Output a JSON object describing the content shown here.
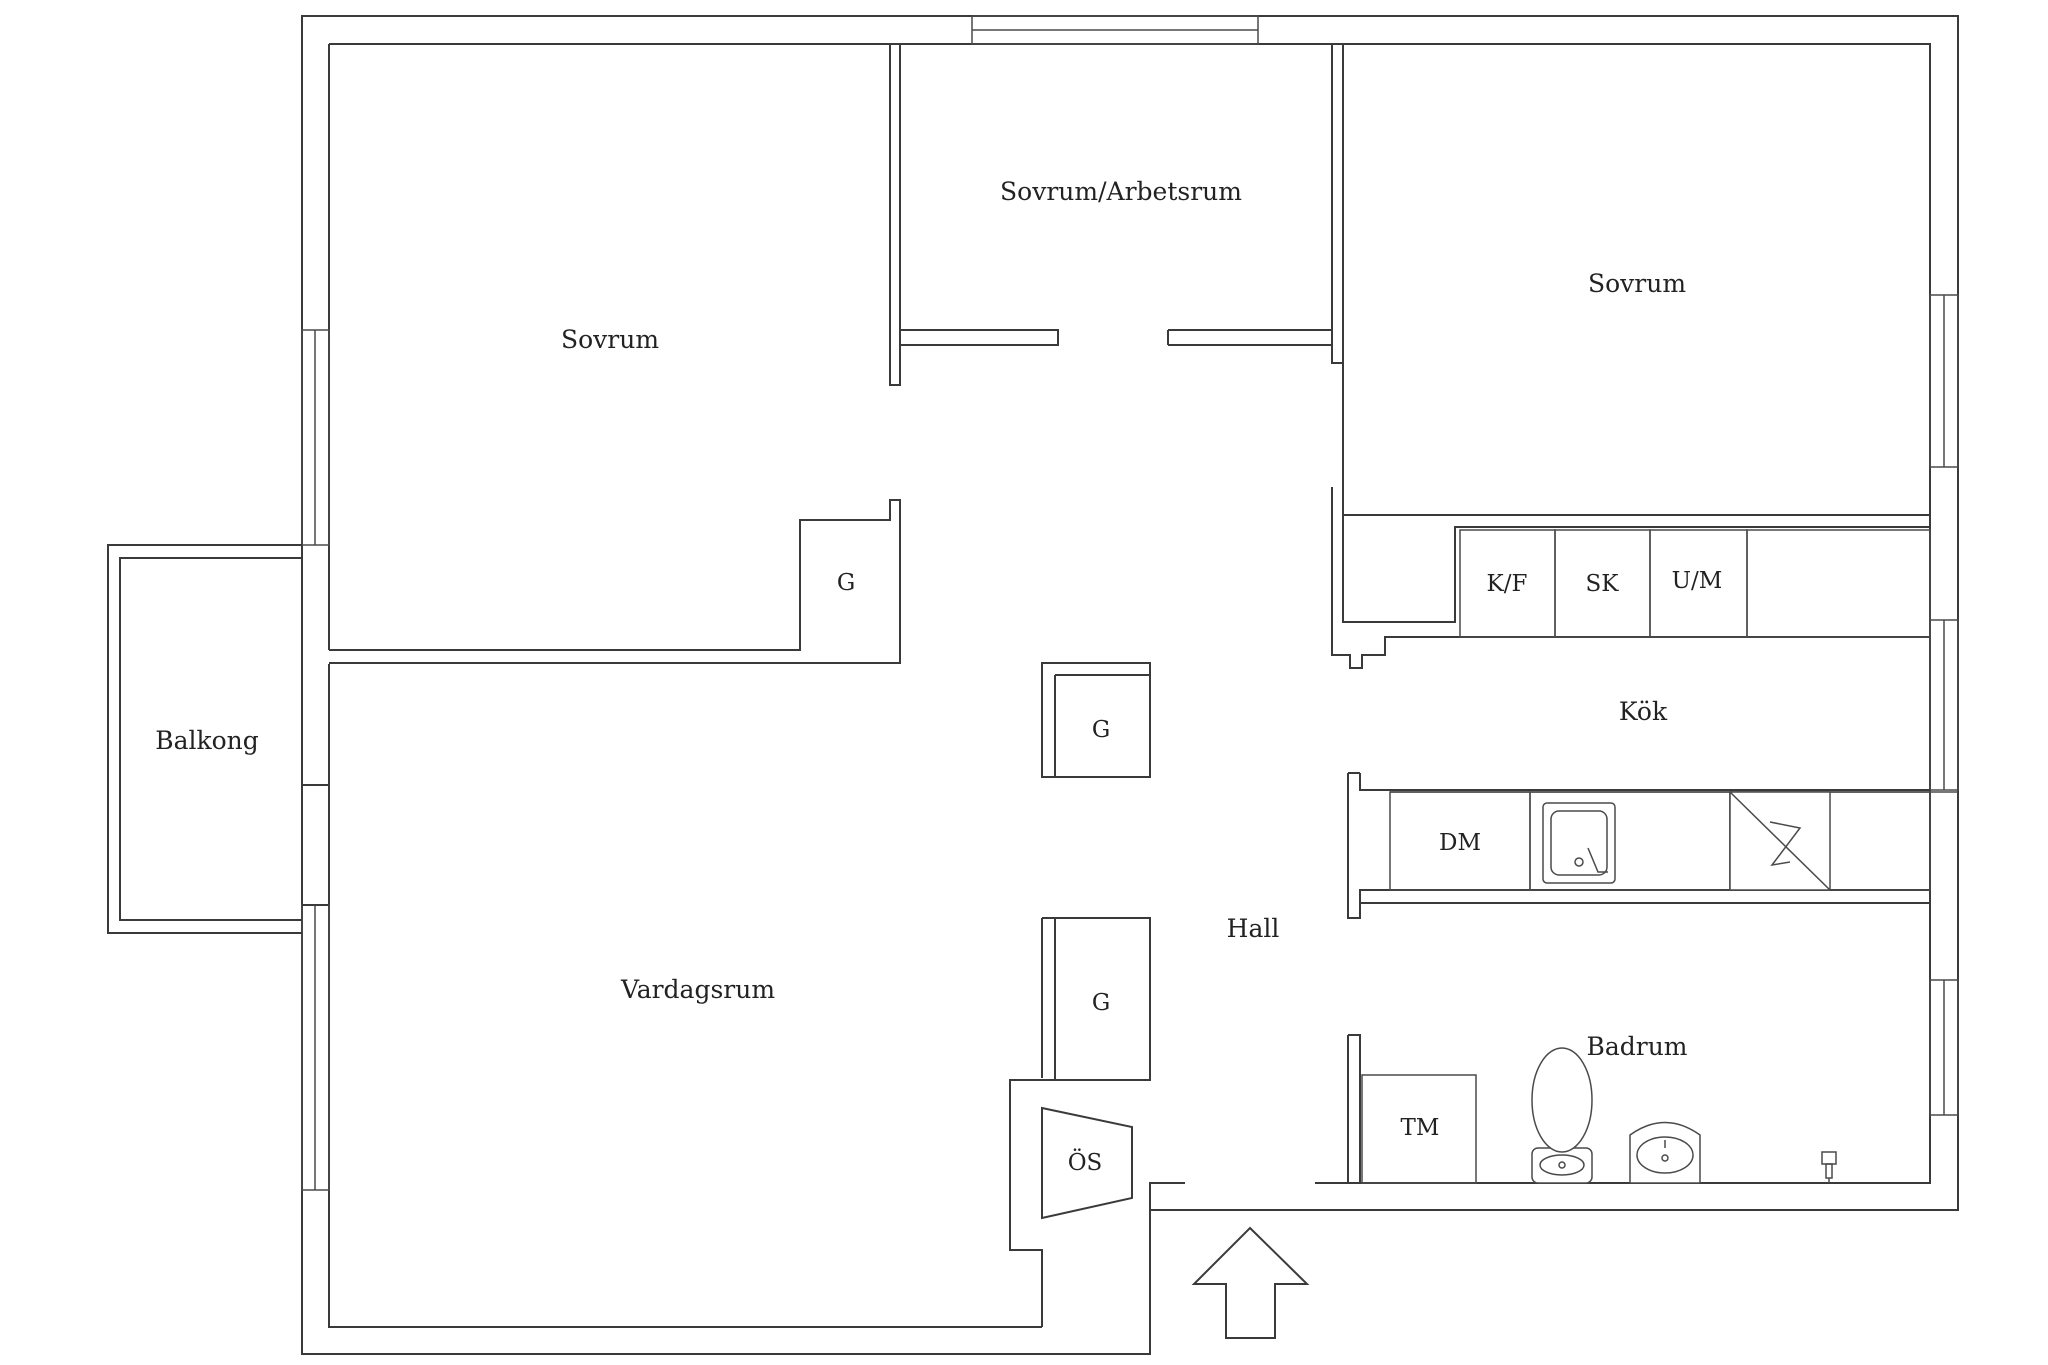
{
  "rooms": {
    "bedroom_left": "Sovrum",
    "bedroom_office": "Sovrum/Arbetsrum",
    "bedroom_right": "Sovrum",
    "balcony": "Balkong",
    "living_room": "Vardagsrum",
    "hall": "Hall",
    "kitchen": "Kök",
    "bathroom": "Badrum"
  },
  "fixtures": {
    "wardrobe_bedroom": "G",
    "wardrobe_hall_upper": "G",
    "wardrobe_hall_lower": "G",
    "fireplace": "ÖS",
    "fridge_freezer": "K/F",
    "cabinet_sk": "SK",
    "oven_micro": "U/M",
    "dishwasher": "DM",
    "washing_machine": "TM"
  },
  "icons": {
    "entrance": "entrance-arrow-icon",
    "sink": "kitchen-sink-icon",
    "stove": "stove-icon",
    "toilet": "toilet-icon",
    "washbasin": "washbasin-icon",
    "floor_drain": "floor-drain-icon"
  }
}
